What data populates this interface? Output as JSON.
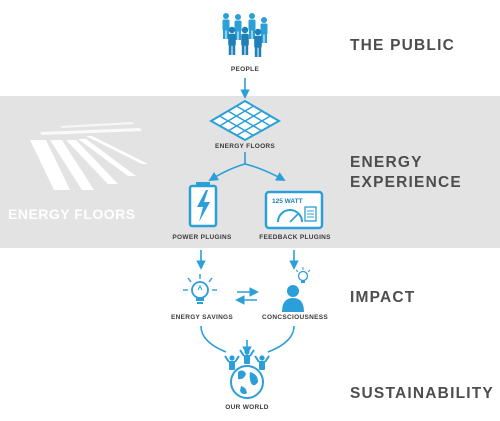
{
  "sections": {
    "public": "THE PUBLIC",
    "energy_line1": "ENERGY",
    "energy_line2": "EXPERIENCE",
    "impact": "IMPACT",
    "sustainability": "SUSTAINABILITY"
  },
  "nodes": {
    "people": "PEOPLE",
    "energy_floors": "ENERGY FLOORS",
    "power_plugins": "POWER PLUGINS",
    "feedback_plugins": "FEEDBACK PLUGINS",
    "energy_savings": "ENERGY SAVINGS",
    "consciousness": "CONCSCIOUSNESS",
    "our_world": "OUR WORLD"
  },
  "screen_text": "125 WATT",
  "brand": "ENERGY FLOORS",
  "colors": {
    "accent": "#2a9fd8",
    "accent_dark": "#1f7fb8",
    "band_gray": "#e3e3e3",
    "label_gray": "#4d4d4f"
  },
  "icons": [
    "people-icon",
    "floor-grid-icon",
    "battery-icon",
    "monitor-gauge-icon",
    "lightbulb-icon",
    "person-idea-icon",
    "globe-people-icon",
    "swap-arrows-icon"
  ]
}
